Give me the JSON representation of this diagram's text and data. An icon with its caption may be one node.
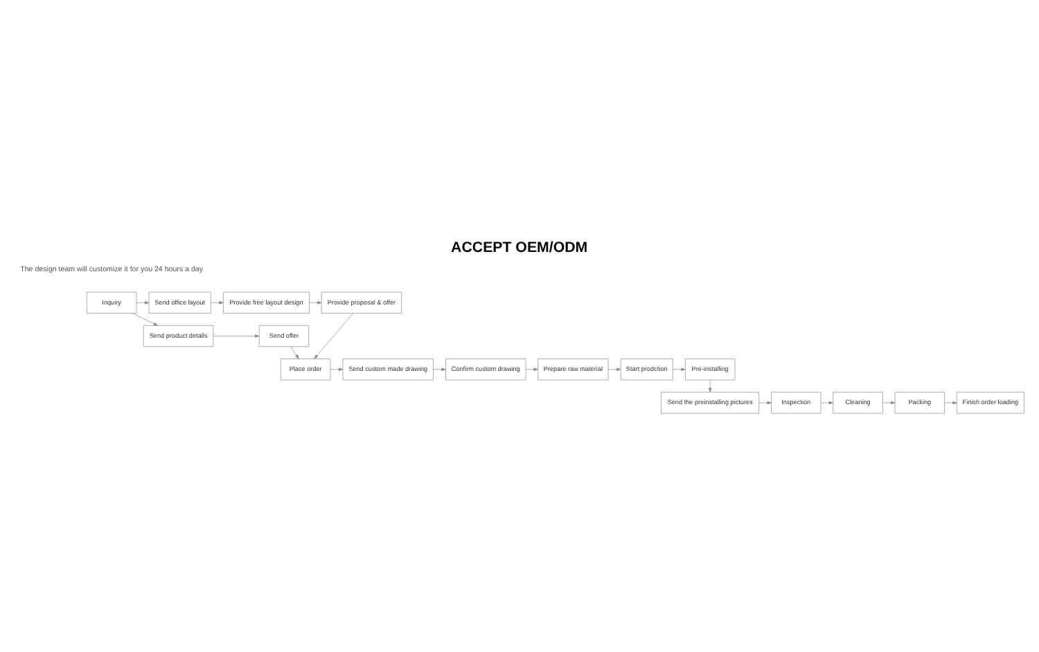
{
  "diagram": {
    "title": "ACCEPT OEM/ODM",
    "nodes": [
      {
        "text": [
          "Inquiry"
        ]
      },
      {
        "text": [
          "Send office layout"
        ]
      },
      {
        "text": [
          "Provide free layout design"
        ]
      },
      {
        "text": [
          "Provide proposal & offer"
        ]
      },
      {
        "text": [
          "Send product details"
        ]
      },
      {
        "text": [
          "Send offer"
        ]
      },
      {
        "text": [
          "Place order"
        ]
      },
      {
        "text": [
          "Send custom made drawing"
        ]
      },
      {
        "text": [
          "Confirm custom drawing"
        ]
      },
      {
        "text": [
          "Prepare raw material"
        ]
      },
      {
        "text": [
          "Start prodction"
        ]
      },
      {
        "text": [
          "Pre-installing"
        ]
      },
      {
        "text": [
          "Send the preinstalling pictures"
        ]
      },
      {
        "text": [
          "Inspection"
        ]
      },
      {
        "text": [
          "Cleaning"
        ]
      },
      {
        "text": [
          "Packing"
        ]
      },
      {
        "text": [
          "Finish order loading"
        ]
      }
    ],
    "edges": [
      {
        "from": 0,
        "to": 1,
        "arrow": "to"
      },
      {
        "from": 0,
        "to": 4,
        "arrow": "to"
      },
      {
        "from": 1,
        "to": 2,
        "arrow": "to"
      },
      {
        "from": 2,
        "to": 3,
        "arrow": "to"
      },
      {
        "from": 4,
        "to": 5,
        "arrow": "to"
      },
      {
        "from": 3,
        "to": 6,
        "arrow": "to"
      },
      {
        "from": 5,
        "to": 6,
        "arrow": "to"
      },
      {
        "from": 6,
        "to": 7,
        "arrow": "to"
      },
      {
        "from": 7,
        "to": 8,
        "arrow": "to"
      },
      {
        "from": 8,
        "to": 9,
        "arrow": "to"
      },
      {
        "from": 9,
        "to": 10,
        "arrow": "to"
      },
      {
        "from": 10,
        "to": 11,
        "arrow": "to"
      },
      {
        "from": 11,
        "to": 12,
        "arrow": "to"
      },
      {
        "from": 12,
        "to": 13,
        "arrow": "to"
      },
      {
        "from": 13,
        "to": 14,
        "arrow": "to"
      },
      {
        "from": 14,
        "to": 15,
        "arrow": "to"
      },
      {
        "from": 15,
        "to": 16,
        "arrow": "to"
      }
    ],
    "labels": [
      "The design team will customize it for you 24 hours a day"
    ]
  }
}
